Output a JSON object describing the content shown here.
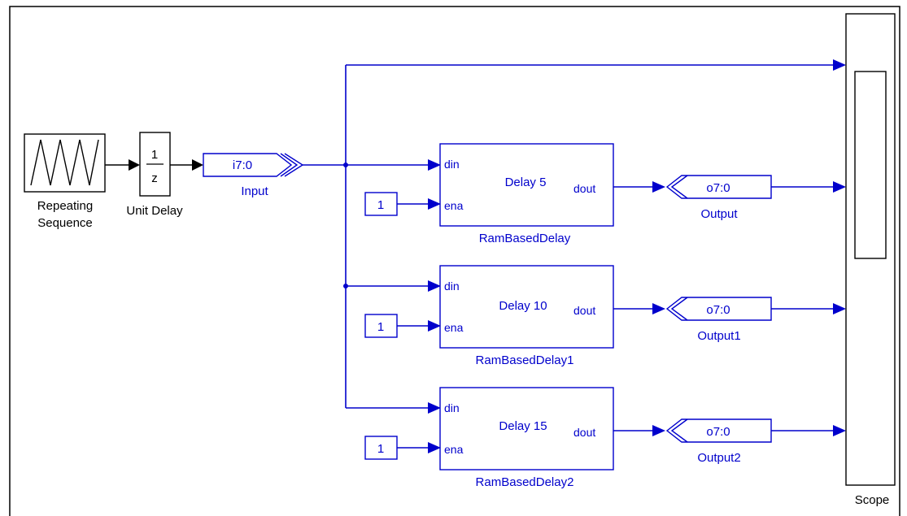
{
  "blocks": {
    "repeating_sequence": {
      "label_line1": "Repeating",
      "label_line2": "Sequence"
    },
    "unit_delay": {
      "numerator": "1",
      "denominator": "z",
      "label": "Unit Delay"
    },
    "input": {
      "text": "i7:0",
      "label": "Input"
    },
    "delays": [
      {
        "title": "Delay 5",
        "name": "RamBasedDelay",
        "din": "din",
        "ena": "ena",
        "dout": "dout",
        "const": "1",
        "out_text": "o7:0",
        "out_label": "Output"
      },
      {
        "title": "Delay 10",
        "name": "RamBasedDelay1",
        "din": "din",
        "ena": "ena",
        "dout": "dout",
        "const": "1",
        "out_text": "o7:0",
        "out_label": "Output1"
      },
      {
        "title": "Delay 15",
        "name": "RamBasedDelay2",
        "din": "din",
        "ena": "ena",
        "dout": "dout",
        "const": "1",
        "out_text": "o7:0",
        "out_label": "Output2"
      }
    ],
    "scope": {
      "label": "Scope"
    }
  },
  "colors": {
    "signal": "#0000cc",
    "source": "#000000",
    "frame": "#000000"
  }
}
